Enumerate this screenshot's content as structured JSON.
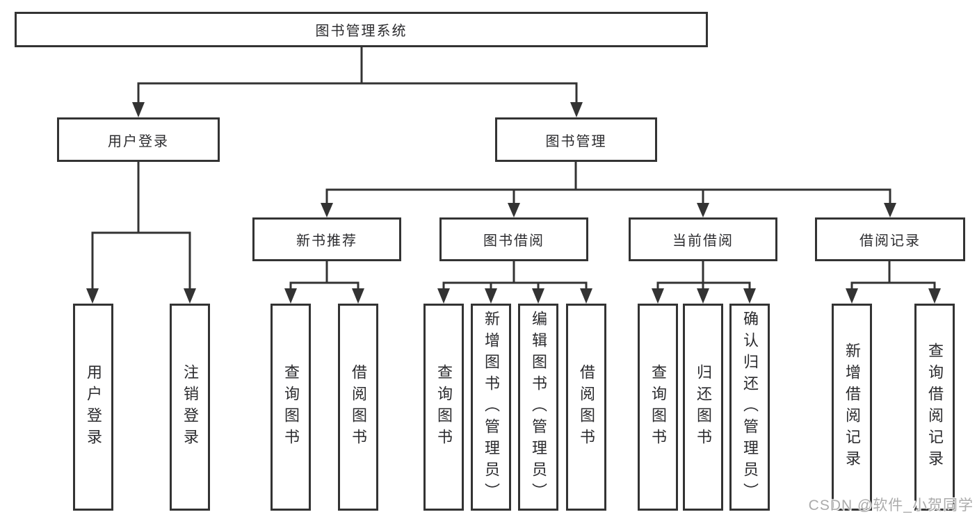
{
  "tree": {
    "label": "图书管理系统",
    "children": [
      {
        "label": "用户登录",
        "children": [
          {
            "label": "用户登录"
          },
          {
            "label": "注销登录"
          }
        ]
      },
      {
        "label": "图书管理",
        "children": [
          {
            "label": "新书推荐",
            "children": [
              {
                "label": "查询图书"
              },
              {
                "label": "借阅图书"
              }
            ]
          },
          {
            "label": "图书借阅",
            "children": [
              {
                "label": "查询图书"
              },
              {
                "label": "新增图书（管理员）"
              },
              {
                "label": "编辑图书（管理员）"
              },
              {
                "label": "借阅图书"
              }
            ]
          },
          {
            "label": "当前借阅",
            "children": [
              {
                "label": "查询图书"
              },
              {
                "label": "归还图书"
              },
              {
                "label": "确认归还（管理员）"
              }
            ]
          },
          {
            "label": "借阅记录",
            "children": [
              {
                "label": "新增借阅记录"
              },
              {
                "label": "查询借阅记录"
              }
            ]
          }
        ]
      }
    ]
  },
  "watermark": {
    "text": "CSDN @软件_小贺同学"
  },
  "colors": {
    "line": "#333333",
    "border": "#333333",
    "text": "#2b2b2e",
    "watermark": "#ababab",
    "background": "#ffffff"
  }
}
